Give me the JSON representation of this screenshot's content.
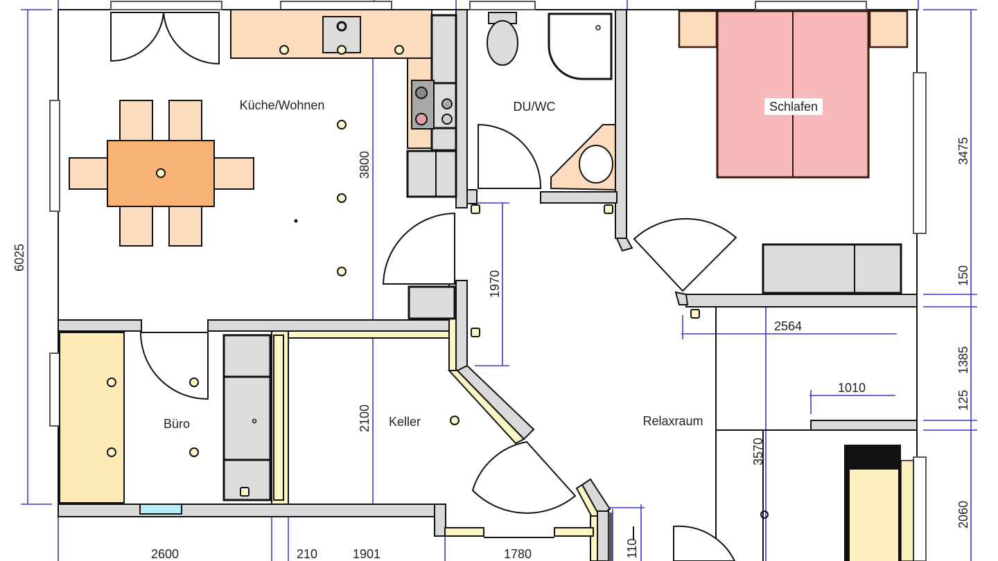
{
  "plan": {
    "rooms": [
      {
        "id": "kueche",
        "label": "Küche/Wohnen"
      },
      {
        "id": "duwc",
        "label": "DU/WC"
      },
      {
        "id": "schlafen",
        "label": "Schlafen"
      },
      {
        "id": "buero",
        "label": "Büro"
      },
      {
        "id": "keller",
        "label": "Keller"
      },
      {
        "id": "relax",
        "label": "Relaxraum"
      }
    ],
    "dimensions": {
      "left_total": "6025",
      "kitchen_height": "3800",
      "hall_height": "1970",
      "keller_height": "2100",
      "right_top": "3475",
      "right_wall": "150",
      "right_mid": "1385",
      "right_small": "125",
      "right_bottom": "2060",
      "relax_height": "3570",
      "relax_width": "2564",
      "niche_width": "1010",
      "bottom_buero": "2600",
      "bottom_wall": "210",
      "bottom_keller": "1901",
      "bottom_entry": "1780",
      "bottom_step": "110"
    }
  }
}
